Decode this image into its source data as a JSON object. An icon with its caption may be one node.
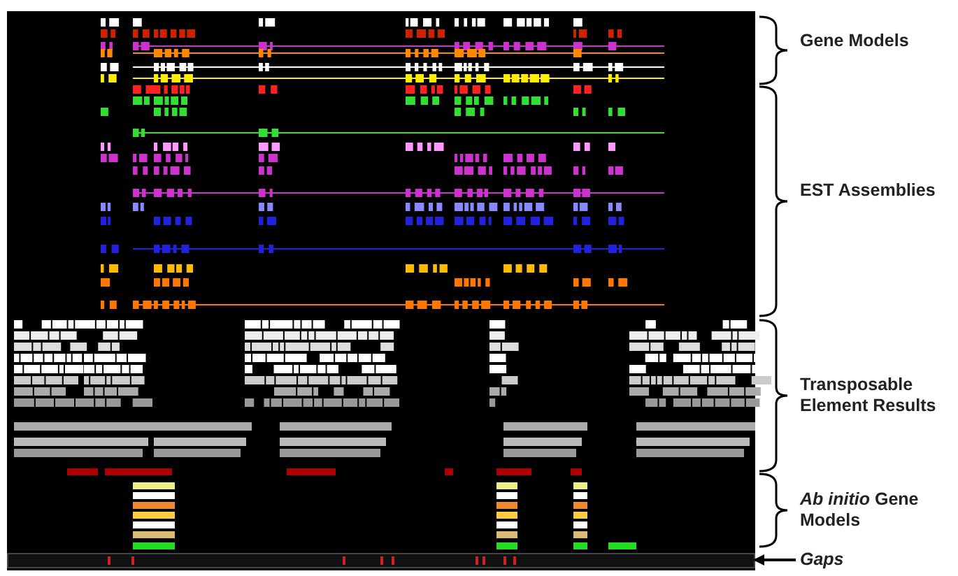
{
  "diagram": {
    "nodes": [
      {
        "text": [
          "Gaps"
        ]
      },
      {
        "text": [],
        "shape": "bar"
      }
    ],
    "edges": [
      {
        "from": 0,
        "to": 1,
        "arrow": "to"
      }
    ],
    "labels": [
      "Gene Models",
      "EST Assemblies",
      "Transposable Element Results",
      "*Ab initio* Gene Models"
    ]
  }
}
